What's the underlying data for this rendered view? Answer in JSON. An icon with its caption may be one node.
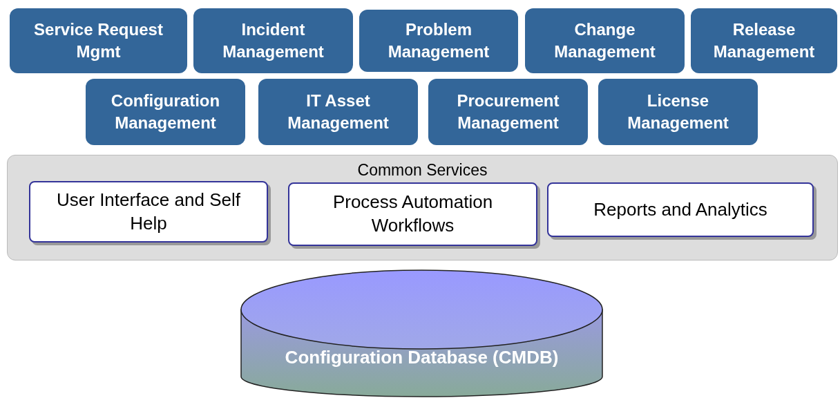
{
  "diagram": {
    "nodes": [
      {
        "text": [
          "Service Request Mgmt"
        ]
      },
      {
        "text": [
          "Incident Management"
        ]
      },
      {
        "text": [
          "Problem Management"
        ]
      },
      {
        "text": [
          "Change Management"
        ]
      },
      {
        "text": [
          "Release Management"
        ]
      },
      {
        "text": [
          "Configuration Management"
        ]
      },
      {
        "text": [
          "IT Asset Management"
        ]
      },
      {
        "text": [
          "Procurement Management"
        ]
      },
      {
        "text": [
          "License Management"
        ]
      },
      {
        "text": [
          "Common Services"
        ]
      },
      {
        "text": [
          "User Interface and Self Help"
        ],
        "in": 9
      },
      {
        "text": [
          "Process Automation Workflows"
        ],
        "in": 9
      },
      {
        "text": [
          "Reports and Analytics"
        ],
        "in": 9
      },
      {
        "text": [
          "Configuration Database (CMDB)"
        ]
      }
    ]
  }
}
